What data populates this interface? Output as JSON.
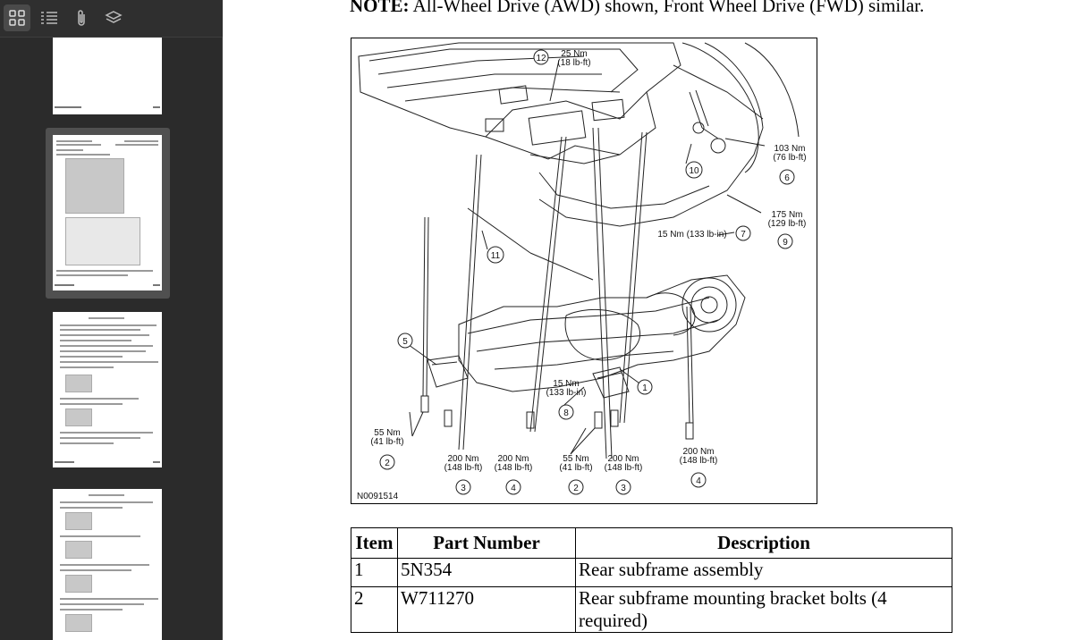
{
  "toolbar": {
    "buttons": [
      {
        "name": "thumbnails",
        "icon": "grid-icon",
        "active": true
      },
      {
        "name": "outline",
        "icon": "list-icon",
        "active": false
      },
      {
        "name": "attachments",
        "icon": "paperclip-icon",
        "active": false
      },
      {
        "name": "layers",
        "icon": "layers-icon",
        "active": false
      }
    ]
  },
  "document": {
    "note_label": "NOTE:",
    "note_text": " All-Wheel Drive (AWD) shown, Front Wheel Drive (FWD) similar.",
    "figure": {
      "figure_id": "N0091514",
      "callouts": [
        {
          "num": "12",
          "torque": [
            "25 Nm",
            "(18 lb-ft)"
          ]
        },
        {
          "num": "6",
          "torque": [
            "103 Nm",
            "(76 lb-ft)"
          ]
        },
        {
          "num": "10",
          "torque": []
        },
        {
          "num": "9",
          "torque": [
            "175 Nm",
            "(129 lb-ft)"
          ]
        },
        {
          "num": "7",
          "torque": [
            "15 Nm (133 lb-in)"
          ]
        },
        {
          "num": "11",
          "torque": []
        },
        {
          "num": "5",
          "torque": []
        },
        {
          "num": "1",
          "torque": []
        },
        {
          "num": "8",
          "torque": [
            "15 Nm",
            "(133 lb-in)"
          ]
        },
        {
          "num": "2",
          "torque": [
            "55 Nm",
            "(41 lb-ft)"
          ]
        },
        {
          "num": "3",
          "torque": [
            "200 Nm",
            "(148 lb-ft)"
          ]
        },
        {
          "num": "4",
          "torque": [
            "200 Nm",
            "(148 lb-ft)"
          ]
        },
        {
          "num": "2",
          "torque": [
            "55 Nm",
            "(41 lb-ft)"
          ]
        },
        {
          "num": "3",
          "torque": [
            "200 Nm",
            "(148 lb-ft)"
          ]
        },
        {
          "num": "4",
          "torque": [
            "200 Nm",
            "(148 lb-ft)"
          ]
        }
      ]
    },
    "table": {
      "headers": [
        "Item",
        "Part Number",
        "Description"
      ],
      "rows": [
        [
          "1",
          "5N354",
          "Rear subframe assembly"
        ],
        [
          "2",
          "W711270",
          "Rear subframe mounting bracket bolts (4 required)"
        ]
      ]
    }
  }
}
